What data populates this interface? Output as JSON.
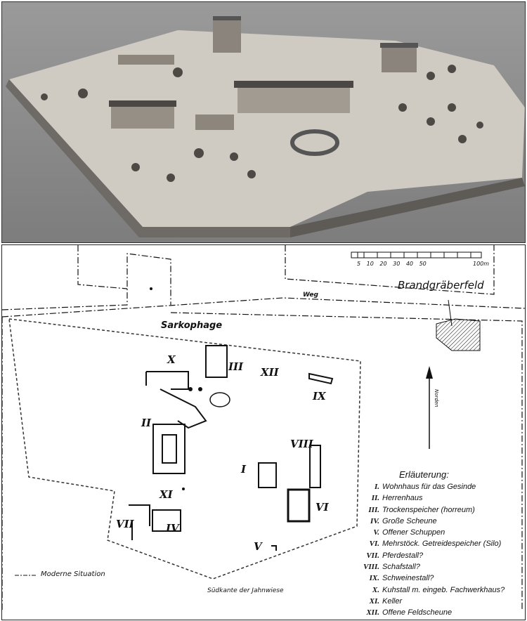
{
  "plan": {
    "scale": {
      "ticks": [
        "5",
        "10",
        "20",
        "30",
        "40",
        "50"
      ],
      "end": "100m"
    },
    "labels": {
      "cemetery": "Brandgräberfeld",
      "path": "Weg",
      "sarcophagi": "Sarkophage",
      "north": "Norden",
      "modern": "Moderne Situation",
      "south_edge": "Südkante der Jahnwiese"
    },
    "numerals": {
      "I": "I",
      "II": "II",
      "III": "III",
      "IV": "IV",
      "V": "V",
      "VI": "VI",
      "VII": "VII",
      "VIII": "VIII",
      "IX": "IX",
      "X": "X",
      "XI": "XI",
      "XII": "XII"
    },
    "legend": {
      "title": "Erläuterung:",
      "items": [
        {
          "key": "I.",
          "text": "Wohnhaus für das Gesinde"
        },
        {
          "key": "II.",
          "text": "Herrenhaus"
        },
        {
          "key": "III.",
          "text": "Trockenspeicher (horreum)"
        },
        {
          "key": "IV.",
          "text": "Große Scheune"
        },
        {
          "key": "V.",
          "text": "Offener Schuppen"
        },
        {
          "key": "VI.",
          "text": "Mehrstöck. Getreidespeicher (Silo)"
        },
        {
          "key": "VII.",
          "text": "Pferdestall?"
        },
        {
          "key": "VIII.",
          "text": "Schafstall?"
        },
        {
          "key": "IX.",
          "text": "Schweinestall?"
        },
        {
          "key": "X.",
          "text": "Kuhstall m. eingeb. Fachwerkhaus?"
        },
        {
          "key": "XI.",
          "text": "Keller"
        },
        {
          "key": "XII.",
          "text": "Offene Feldscheune"
        }
      ]
    }
  }
}
